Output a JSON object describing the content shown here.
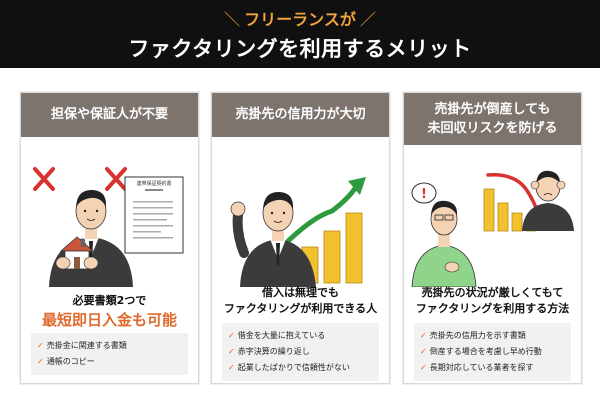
{
  "banner": {
    "subtitle": "フリーランスが",
    "title": "ファクタリングを利用するメリット"
  },
  "cards": [
    {
      "heading": "担保や保証人が不要",
      "doc_title": "連帯保証契約書",
      "caption": "必要書類2つで",
      "highlight": "最短即日入金も可能",
      "items": [
        "売掛金に関連する書類",
        "通帳のコピー"
      ]
    },
    {
      "heading": "売掛先の信用力が大切",
      "caption_line1": "借入は無理でも",
      "caption_line2": "ファクタリングが利用できる人",
      "items": [
        "借金を大量に抱えている",
        "赤字決算の繰り返し",
        "起業したばかりで信頼性がない"
      ]
    },
    {
      "heading_line1": "売掛先が倒産しても",
      "heading_line2": "未回収リスクを防げる",
      "caption_line1": "売掛先の状況が厳しくてもて",
      "caption_line2": "ファクタリングを利用する方法",
      "items": [
        "売掛先の信用力を示す書類",
        "倒産する場合を考慮し早め行動",
        "長期対応している業者を探す"
      ]
    }
  ],
  "icons": {
    "check": "✓",
    "cross": "✕",
    "exclaim": "!",
    "slash_left": "＼",
    "slash_right": "／"
  },
  "colors": {
    "banner_bg": "#101010",
    "banner_subtitle": "#f2a23a",
    "card_header": "#7d746e",
    "accent_orange": "#e06a2c",
    "cross_red": "#d7322d",
    "arrow_green": "#2e9a3e",
    "arrow_red": "#d7322d",
    "coin_gold": "#f2c12e",
    "shirt_green": "#8fd48a",
    "list_bg": "#f1f1f1"
  }
}
